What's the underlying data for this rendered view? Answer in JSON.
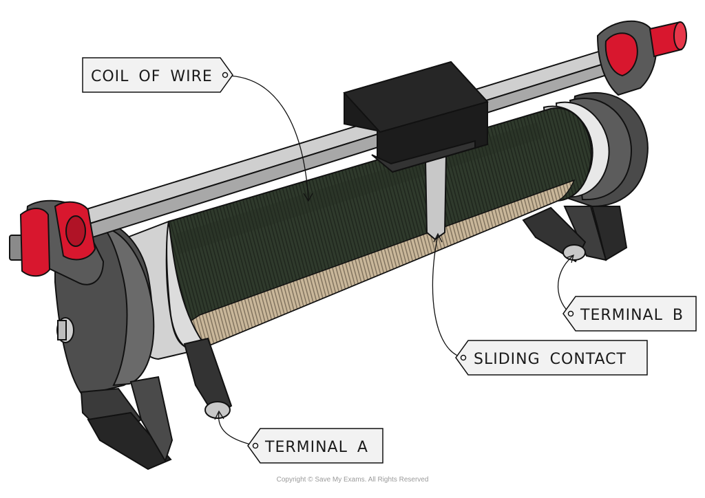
{
  "labels": {
    "coil": "COIL OF WIRE",
    "terminal_b": "TERMINAL B",
    "sliding_contact": "SLIDING CONTACT",
    "terminal_a": "TERMINAL A"
  },
  "footer": {
    "copyright": "Copyright © Save My Exams. All Rights Reserved"
  },
  "colors": {
    "outline": "#111111",
    "body_dark": "#3a3a3a",
    "body_mid": "#5a5a5a",
    "band_light": "#d2d2d2",
    "rail_light": "#cfcfcf",
    "coil_dark": "#2f3a2c",
    "coil_light": "#c9b79a",
    "knob_red": "#d8172e",
    "slider_black": "#1c1c1c",
    "tag_fill": "#f2f2f2"
  },
  "icons": [
    "coil-of-wire-icon",
    "rheostat-icon"
  ]
}
